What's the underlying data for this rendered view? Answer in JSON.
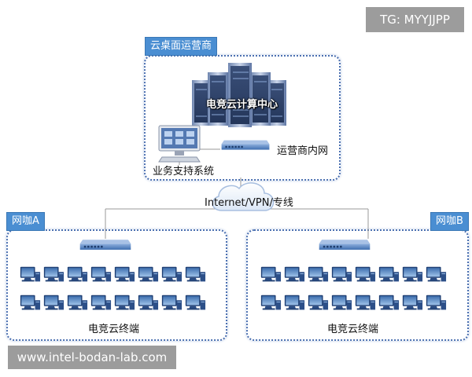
{
  "tag": "TG: MYYJJPP",
  "watermark": "www.intel-bodan-lab.com",
  "operator": {
    "title": "云桌面运营商",
    "datacenter": "电竞云计算中心",
    "support_system": "业务支持系统",
    "intranet": "运营商内网"
  },
  "link": "Internet/VPN/专线",
  "cafe_a": {
    "title": "网咖A",
    "terminals": "电竞云终端"
  },
  "cafe_b": {
    "title": "网咖B",
    "terminals": "电竞云终端"
  },
  "colors": {
    "accent": "#4a8ed2",
    "border": "#4a6fb0",
    "device": "#3f6fb0"
  },
  "icons": [
    "server-rack-icon",
    "workstation-icon",
    "network-switch-icon",
    "cloud-icon",
    "desktop-computer-icon"
  ]
}
